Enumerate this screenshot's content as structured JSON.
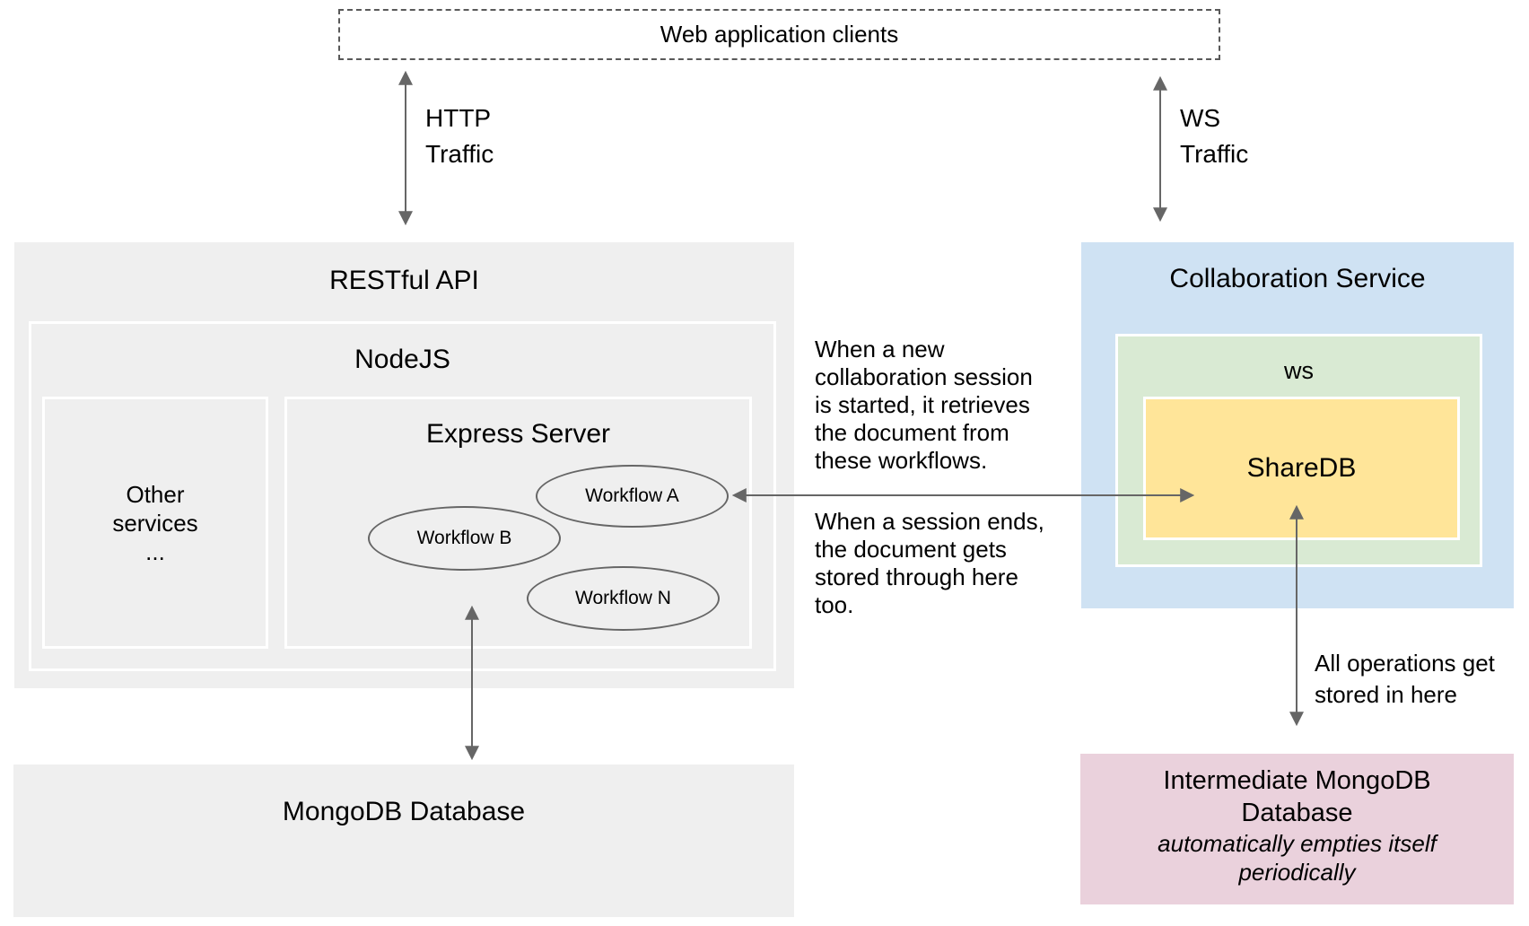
{
  "colors": {
    "gray": "#efefef",
    "blue": "#cfe2f3",
    "green": "#d9ead3",
    "yellow": "#ffe599",
    "pink": "#ead1dc",
    "arrow": "#666666",
    "dashed_border": "#595959",
    "inner_border": "#ffffff",
    "text": "#000000"
  },
  "clients_box": {
    "label": "Web application clients"
  },
  "traffic": {
    "http": "HTTP\nTraffic",
    "ws": "WS\nTraffic"
  },
  "restful": {
    "title": "RESTful API",
    "nodejs_title": "NodeJS",
    "other_services": "Other\nservices\n...",
    "express_title": "Express Server",
    "workflows": [
      "Workflow A",
      "Workflow B",
      "Workflow N"
    ]
  },
  "collaboration": {
    "title": "Collaboration Service",
    "ws_title": "ws",
    "sharedb_title": "ShareDB"
  },
  "mongodb": {
    "title": "MongoDB Database"
  },
  "intermediate": {
    "title": "Intermediate MongoDB\nDatabase",
    "subtitle": "automatically empties itself\nperiodically"
  },
  "annotations": {
    "session_start": "When a new\ncollaboration session\nis started, it retrieves\nthe document from\nthese workflows.",
    "session_end": "When a session ends,\nthe document gets\nstored through here\ntoo.",
    "operations": "All operations get\nstored in here"
  }
}
